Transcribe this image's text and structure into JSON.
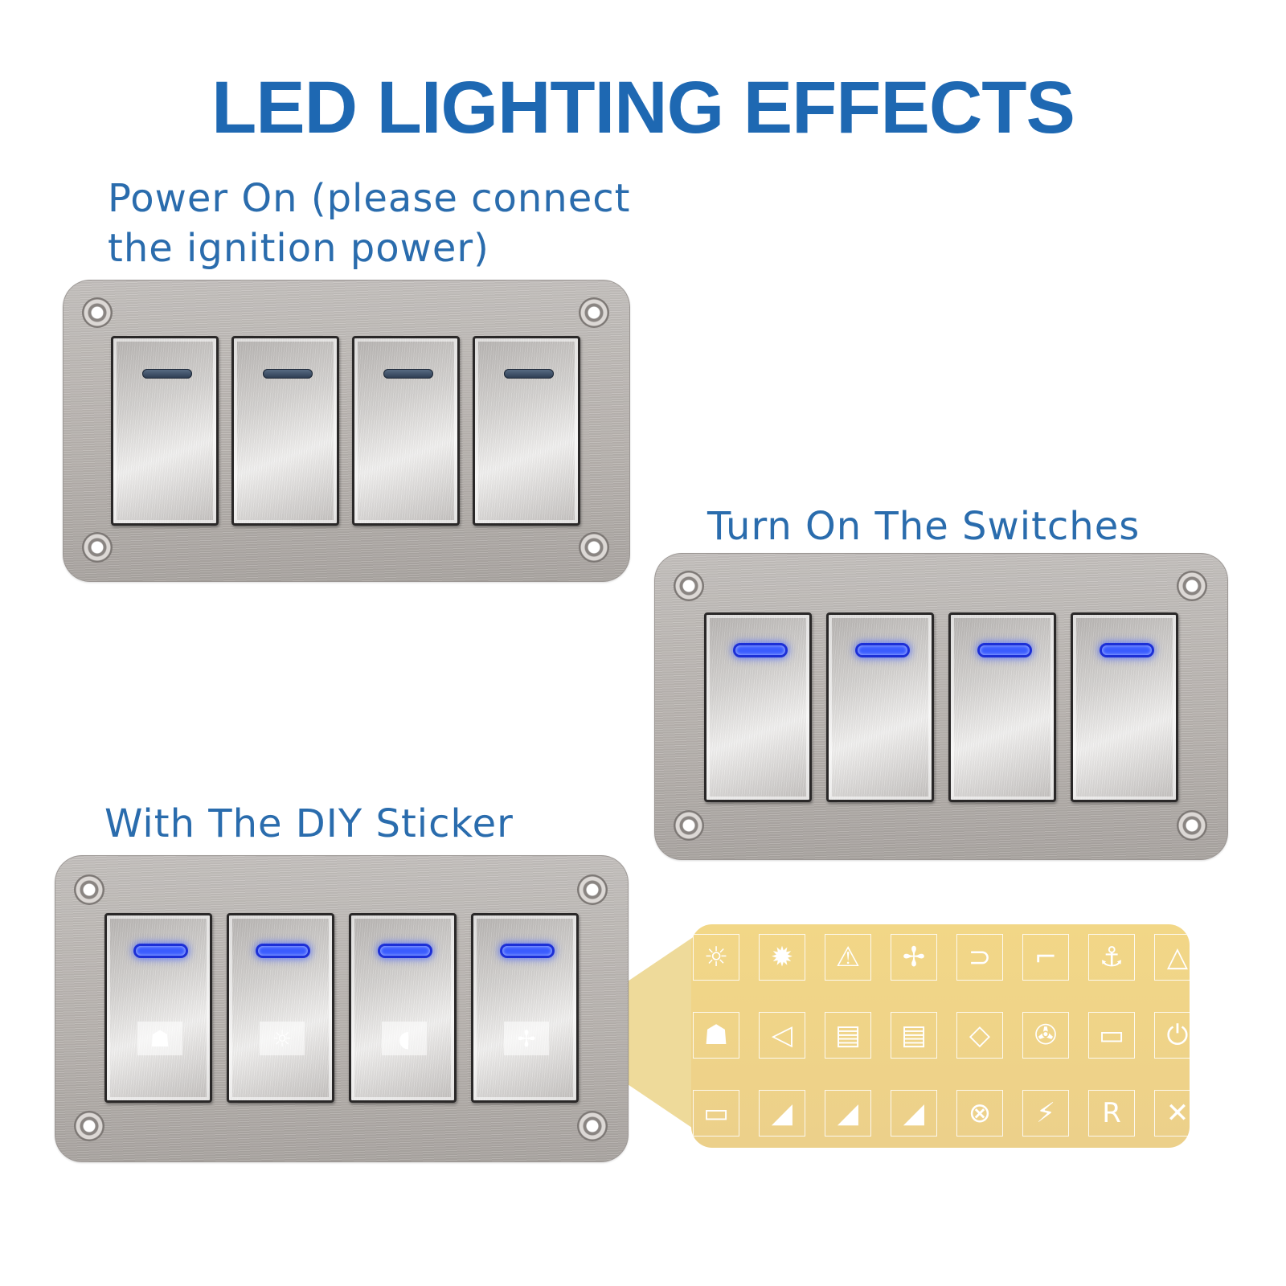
{
  "title": "LED LIGHTING EFFECTS",
  "sections": {
    "power_on": {
      "caption_line1": "Power On (please connect",
      "caption_line2": "the ignition power)",
      "led_state": "off"
    },
    "switches_on": {
      "caption": "Turn On The Switches",
      "led_state": "on"
    },
    "diy_sticker": {
      "caption": "With The DIY Sticker",
      "led_state": "on",
      "switch_icons": [
        "☗",
        "☼",
        "◖",
        "✢"
      ]
    }
  },
  "colors": {
    "title": "#1e68b2",
    "caption": "#2a6cad",
    "led_on": "#3a5cff",
    "sticker": "#f2d787"
  },
  "sticker_icons": [
    [
      "☼",
      "✹",
      "⚠",
      "✢",
      "⊃",
      "⌐",
      "⚓",
      "△"
    ],
    [
      "☗",
      "◁",
      "▤",
      "▤",
      "◇",
      "✇",
      "▭",
      "⏻"
    ],
    [
      "▭",
      "◢",
      "◢",
      "◢",
      "⊗",
      "⚡",
      "R",
      "✕"
    ]
  ]
}
